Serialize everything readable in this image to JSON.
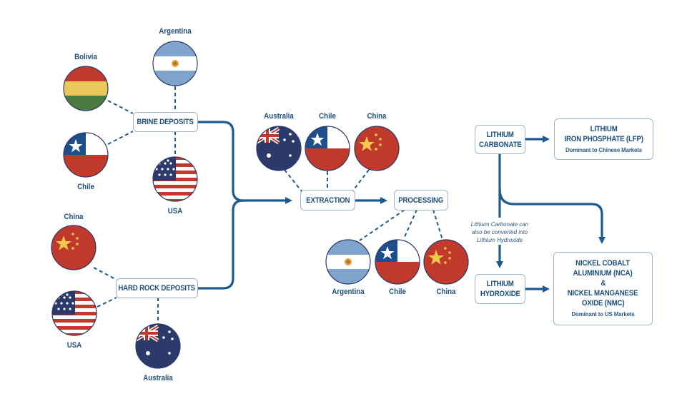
{
  "colors": {
    "primary": "#1d4f7e",
    "box_border": "#9ab5d1",
    "connector": "#1d5a8f",
    "flag_red": "#c0392b",
    "flag_blue_navy": "#2b3a6b",
    "flag_chile_blue": "#1e4f8c",
    "flag_arg_blue": "#7ea3cc",
    "flag_yellow": "#f2c94c",
    "flag_green": "#4a7a3f"
  },
  "nodes": {
    "brine": "BRINE DEPOSITS",
    "hardrock": "HARD ROCK DEPOSITS",
    "extraction": "EXTRACTION",
    "processing": "PROCESSING",
    "carbonate": [
      "LITHIUM",
      "CARBONATE"
    ],
    "hydroxide": [
      "LITHIUM",
      "HYDROXIDE"
    ],
    "lfp": {
      "lines": [
        "LITHIUM",
        "IRON PHOSPHATE (LFP)"
      ],
      "sub": "Dominant to Chinese Markets"
    },
    "nca_nmc": {
      "lines": [
        "NICKEL COBALT",
        "ALUMINIUM (NCA)",
        "&",
        "NICKEL MANGANESE",
        "OXIDE (NMC)"
      ],
      "sub": "Dominant to US Markets"
    }
  },
  "note": [
    "Lithium Carbonate can",
    "also be converted into",
    "Lithium Hydroxide"
  ],
  "flags": {
    "brine_argentina": "Argentina",
    "brine_bolivia": "Bolivia",
    "brine_chile": "Chile",
    "brine_usa": "USA",
    "hard_china": "China",
    "hard_usa": "USA",
    "hard_australia": "Australia",
    "ext_australia": "Australia",
    "ext_chile": "Chile",
    "ext_china": "China",
    "proc_argentina": "Argentina",
    "proc_chile": "Chile",
    "proc_china": "China"
  }
}
